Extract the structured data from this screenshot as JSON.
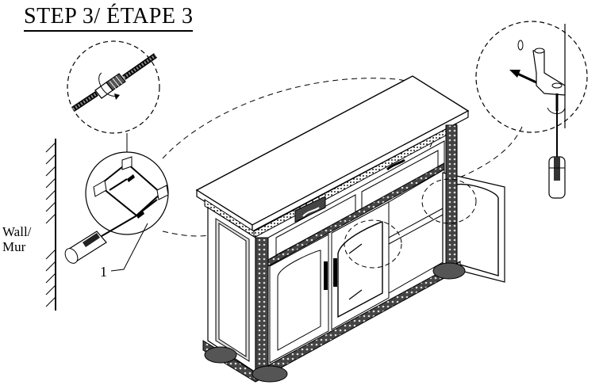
{
  "title": "STEP 3/ ÉTAPE 3",
  "wall_label_line1": "Wall/",
  "wall_label_line2": "Mur",
  "part_number": "1",
  "colors": {
    "ink": "#000000",
    "paper": "#ffffff",
    "wood_shade": "#d9d9d9",
    "dark_trim": "#2b2b2b"
  },
  "icons": [
    "screwdriver-icon",
    "wall-anchor-icon",
    "l-bracket-icon",
    "cable-connector-icon",
    "arrow-icon"
  ]
}
